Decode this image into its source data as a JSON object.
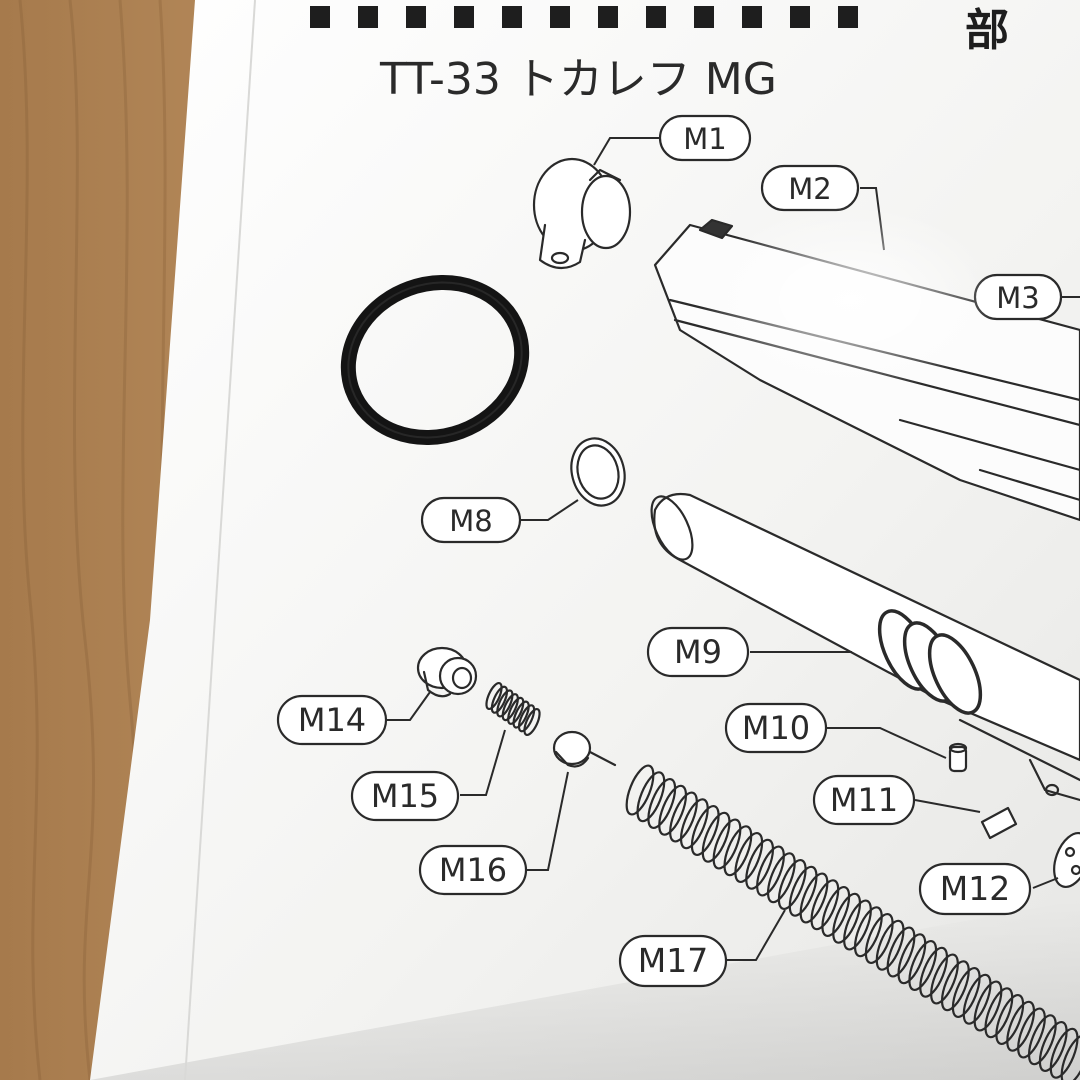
{
  "header": {
    "title": "TT-33 トカレフ MG",
    "corner_glyph": "部",
    "square_count": 12
  },
  "callouts": [
    {
      "id": "m1",
      "text": "M1"
    },
    {
      "id": "m2",
      "text": "M2"
    },
    {
      "id": "m3",
      "text": "M3"
    },
    {
      "id": "m8",
      "text": "M8"
    },
    {
      "id": "m9",
      "text": "M9"
    },
    {
      "id": "m10",
      "text": "M10"
    },
    {
      "id": "m11",
      "text": "M11"
    },
    {
      "id": "m12",
      "text": "M12"
    },
    {
      "id": "m14",
      "text": "M14"
    },
    {
      "id": "m15",
      "text": "M15"
    },
    {
      "id": "m16",
      "text": "M16"
    },
    {
      "id": "m17",
      "text": "M17"
    }
  ],
  "colors": {
    "wood": "#b58a5a",
    "paper": "#f4f4f2",
    "ink": "#2a2a2a",
    "oring": "#141414"
  }
}
